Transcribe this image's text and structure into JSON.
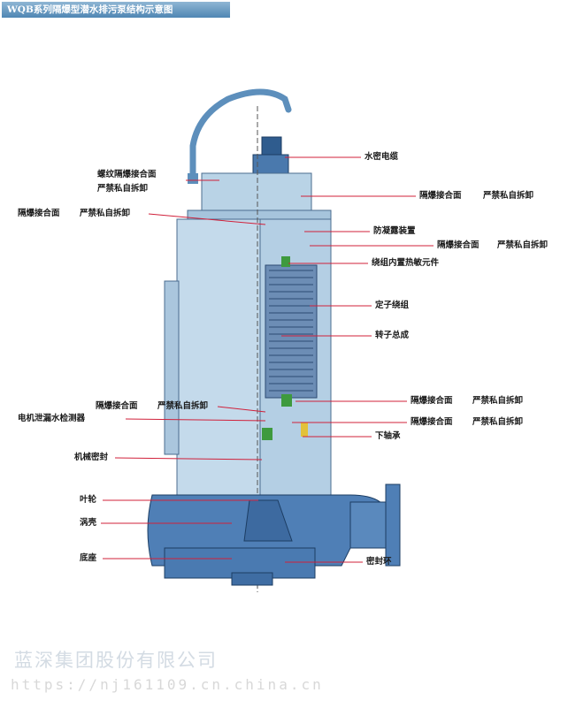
{
  "title": "WQB系列隔爆型潜水排污泵结构示意图",
  "labels": {
    "cable": "水密电缆",
    "thread_flame_joint": "螺纹隔爆接合面",
    "no_dismantle_1": "严禁私自拆卸",
    "flame_joint_right_1": "隔爆接合面",
    "no_dismantle_right_1": "严禁私自拆卸",
    "flame_joint_left_2": "隔爆接合面",
    "no_dismantle_left_2": "严禁私自拆卸",
    "anti_condensation": "防凝露装置",
    "flame_joint_right_2": "隔爆接合面",
    "no_dismantle_right_2": "严禁私自拆卸",
    "thermal_element": "绕组内置热敏元件",
    "stator_winding": "定子绕组",
    "rotor_assembly": "转子总成",
    "flame_joint_right_3": "隔爆接合面",
    "no_dismantle_right_3": "严禁私自拆卸",
    "flame_joint_left_3": "隔爆接合面",
    "no_dismantle_left_3": "严禁私自拆卸",
    "leak_detector": "电机泄漏水检测器",
    "flame_joint_right_4": "隔爆接合面",
    "no_dismantle_right_4": "严禁私自拆卸",
    "lower_bearing": "下轴承",
    "mechanical_seal": "机械密封",
    "impeller": "叶轮",
    "volute": "涡壳",
    "base": "底座",
    "seal_ring": "密封环"
  },
  "watermark": {
    "company": "蓝深集团股份有限公司",
    "url": "https://nj161109.cn.china.cn"
  },
  "colors": {
    "motor_body": "#b9d3e6",
    "pump_body": "#4f7fb6",
    "leader_line": "#d0203a",
    "stator": "#6c8db5",
    "handle": "#5d8fbc"
  }
}
